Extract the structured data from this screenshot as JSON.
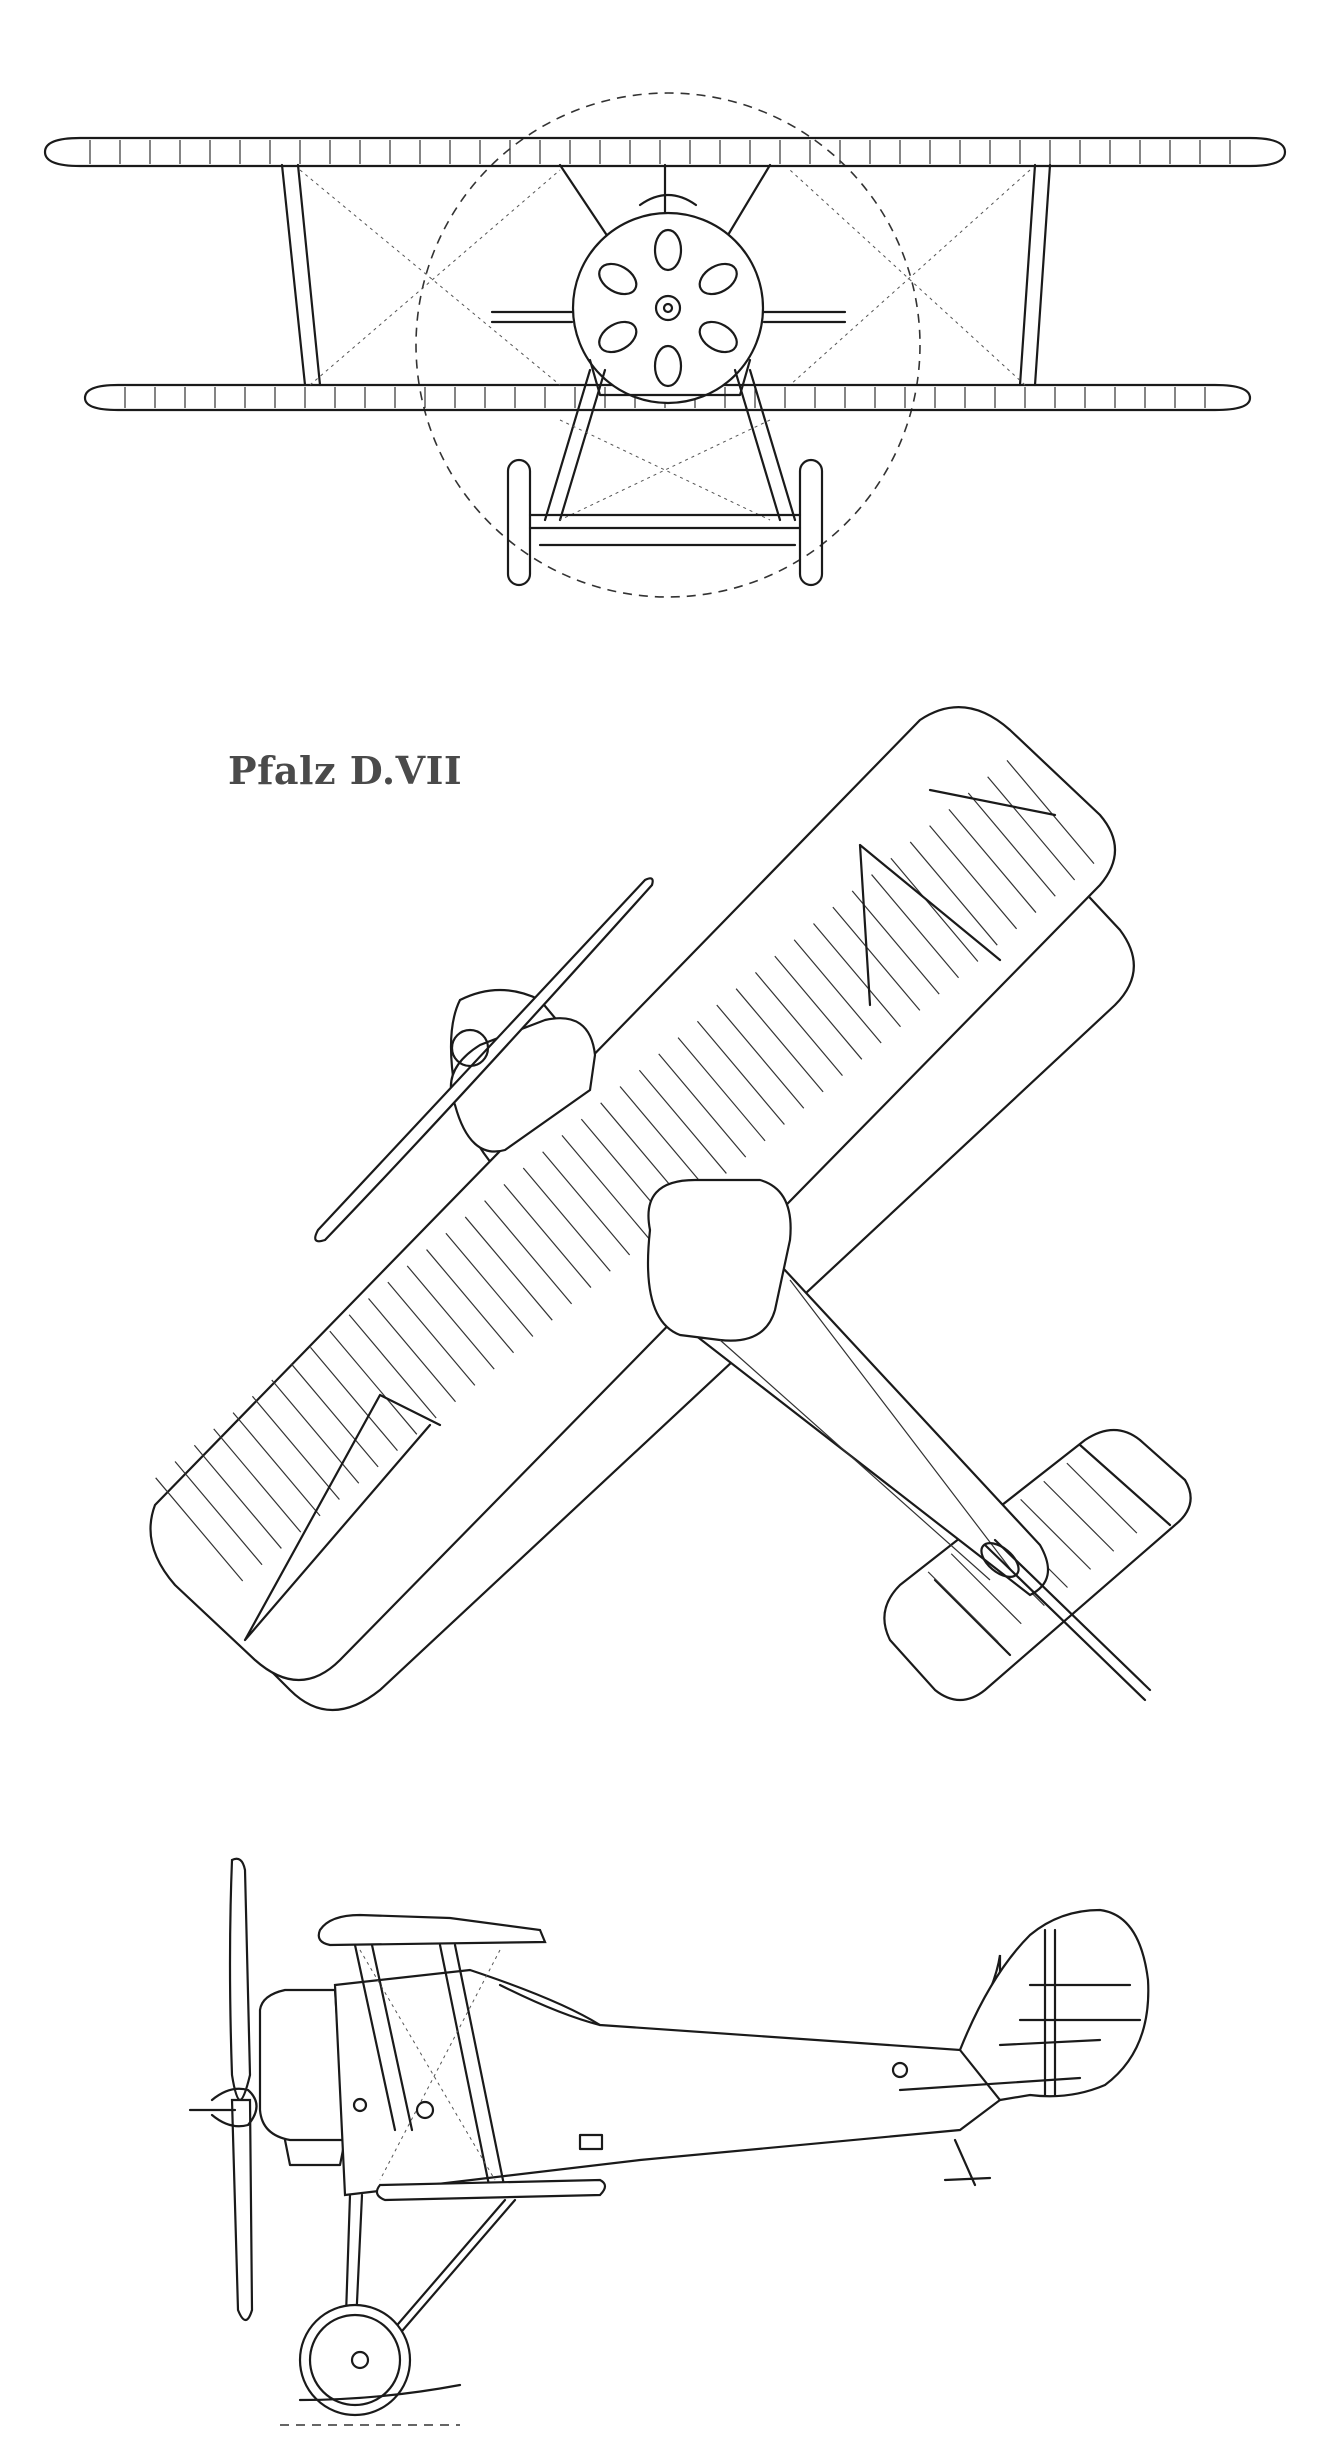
{
  "drawing": {
    "title": "Pfalz D.VII"
  },
  "views": [
    {
      "id": "front",
      "icon": "front-view-drawing"
    },
    {
      "id": "top",
      "icon": "top-view-drawing"
    },
    {
      "id": "side",
      "icon": "side-view-drawing"
    }
  ]
}
